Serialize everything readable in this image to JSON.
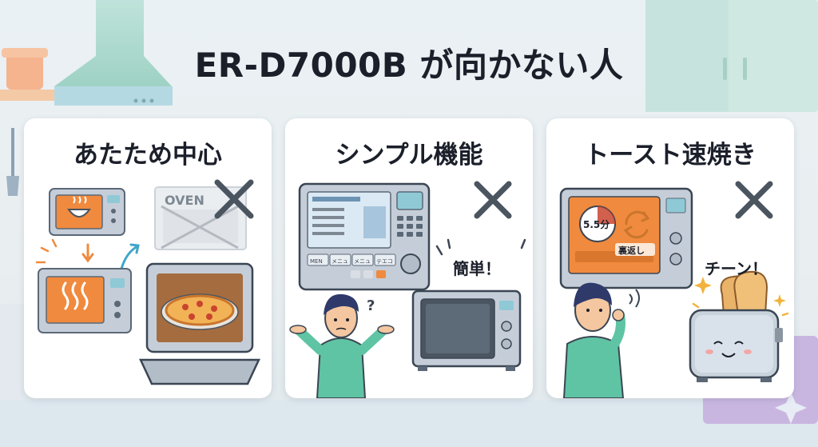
{
  "title": "ER-D7000B が向かない人",
  "cards": [
    {
      "title": "あたため中心",
      "oven_label": "OVEN",
      "icons": [
        "bowl-icon",
        "steam-icon",
        "pizza-icon",
        "cross-icon",
        "arrow-down-icon",
        "arrow-up-icon"
      ]
    },
    {
      "title": "シンプル機能",
      "exclaim": "簡単！",
      "question": "?",
      "panel_buttons": [
        "MEN",
        "メニュ",
        "メニュ",
        "テエコ"
      ],
      "icons": [
        "cross-icon",
        "control-panel-icon",
        "confused-person-icon",
        "microwave-icon"
      ]
    },
    {
      "title": "トースト速焼き",
      "timer": "5.5分",
      "flip_label": "裏返し",
      "ding": "チーン！",
      "icons": [
        "cross-icon",
        "timer-icon",
        "refresh-icon",
        "worried-person-icon",
        "toaster-icon",
        "sparkle-icon"
      ]
    }
  ],
  "colors": {
    "cross": "#4a5560",
    "window_orange": "#f08a3e",
    "appliance": "#b9c4cf",
    "shirt": "#5fc4a3",
    "skin": "#f4c7a0"
  }
}
